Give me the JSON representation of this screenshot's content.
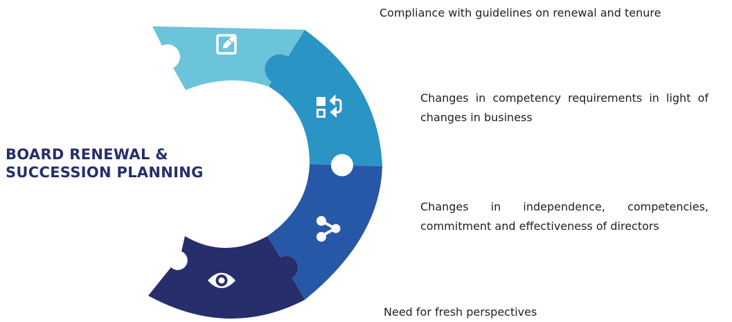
{
  "title": {
    "line1": "BOARD RENEWAL &",
    "line2": "SUCCESSION PLANNING"
  },
  "segments": [
    {
      "text": "Compliance with guidelines on renewal and tenure",
      "color": "#6cc4da",
      "icon": "edit-icon"
    },
    {
      "text": "Changes in competency requirements in light of changes in business",
      "color": "#2a94c5",
      "icon": "shapes-exchange-icon"
    },
    {
      "text": "Changes in independence, competencies, commitment and effectiveness of directors",
      "color": "#2758a8",
      "icon": "share-icon"
    },
    {
      "text": "Need for fresh perspectives",
      "color": "#272e6c",
      "icon": "eye-icon"
    }
  ]
}
